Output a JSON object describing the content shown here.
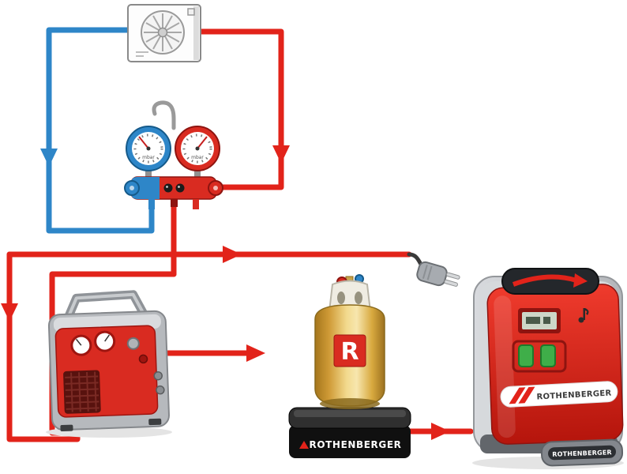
{
  "colors": {
    "hose_hot": "#e2231a",
    "hose_cold": "#2e86c8",
    "brand_red": "#d92b21",
    "button_green": "#3fae49",
    "scale_body": "#101010",
    "cylinder_gold": "#e0a93f"
  },
  "labels": {
    "gauge_unit_low": "mbar",
    "gauge_unit_high": "mbar",
    "cylinder_letter": "R",
    "scale_brand": "ROTHENBERGER",
    "station_banner_brand": "ROTHENBERGER",
    "station_pedal_brand": "ROTHENBERGER"
  },
  "components": {
    "air_conditioner": "air-conditioner-outdoor-unit",
    "manifold": "manifold-gauge-set",
    "hook": "hanging-hook",
    "recovery_unit": "refrigerant-recovery-unit",
    "cylinder": "refrigerant-recovery-cylinder",
    "scale": "electronic-refrigerant-scale",
    "station": "recycling-station",
    "plug": "power-plug",
    "hot_line": "high-pressure-hose",
    "cold_line": "low-pressure-hose"
  }
}
